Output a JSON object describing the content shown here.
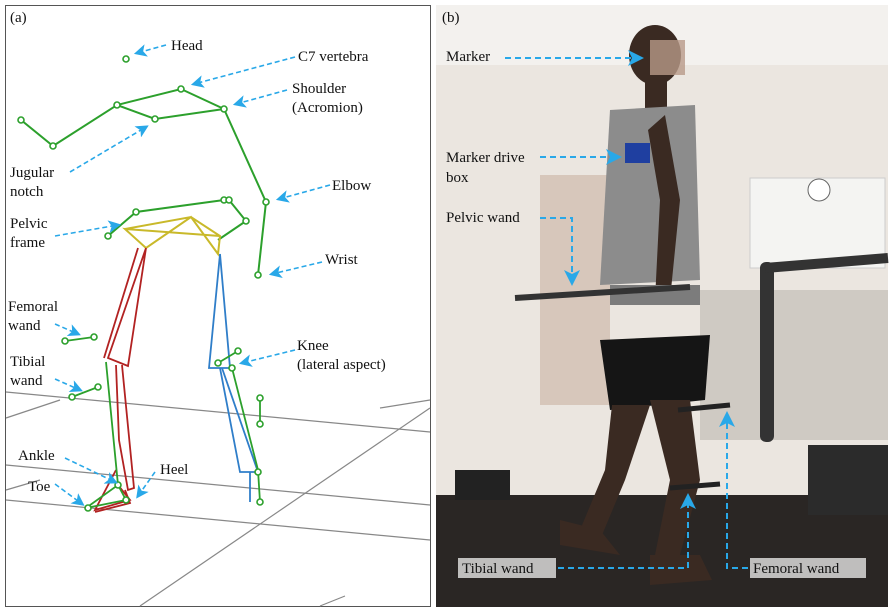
{
  "panel_a": {
    "tag": "(a)",
    "labels": {
      "head": "Head",
      "c7": "C7 vertebra",
      "shoulder_1": "Shoulder",
      "shoulder_2": "(Acromion)",
      "jugular_1": "Jugular",
      "jugular_2": "notch",
      "elbow": "Elbow",
      "pelvic_1": "Pelvic",
      "pelvic_2": "frame",
      "wrist": "Wrist",
      "femoral_1": "Femoral",
      "femoral_2": "wand",
      "tibial_1": "Tibial",
      "tibial_2": "wand",
      "knee_1": "Knee",
      "knee_2": "(lateral aspect)",
      "ankle": "Ankle",
      "heel": "Heel",
      "toe": "Toe"
    }
  },
  "panel_b": {
    "tag": "(b)",
    "labels": {
      "marker": "Marker",
      "drive_1": "Marker drive",
      "drive_2": "box",
      "pelvic_wand": "Pelvic wand",
      "tibial_wand": "Tibial wand",
      "femoral_wand": "Femoral wand"
    }
  },
  "colors": {
    "arrow": "#29a8e8",
    "marker_green": "#2ca02c",
    "left_leg": "#b22222",
    "right_leg": "#2f7ec9",
    "pelvis": "#c9b92a"
  }
}
